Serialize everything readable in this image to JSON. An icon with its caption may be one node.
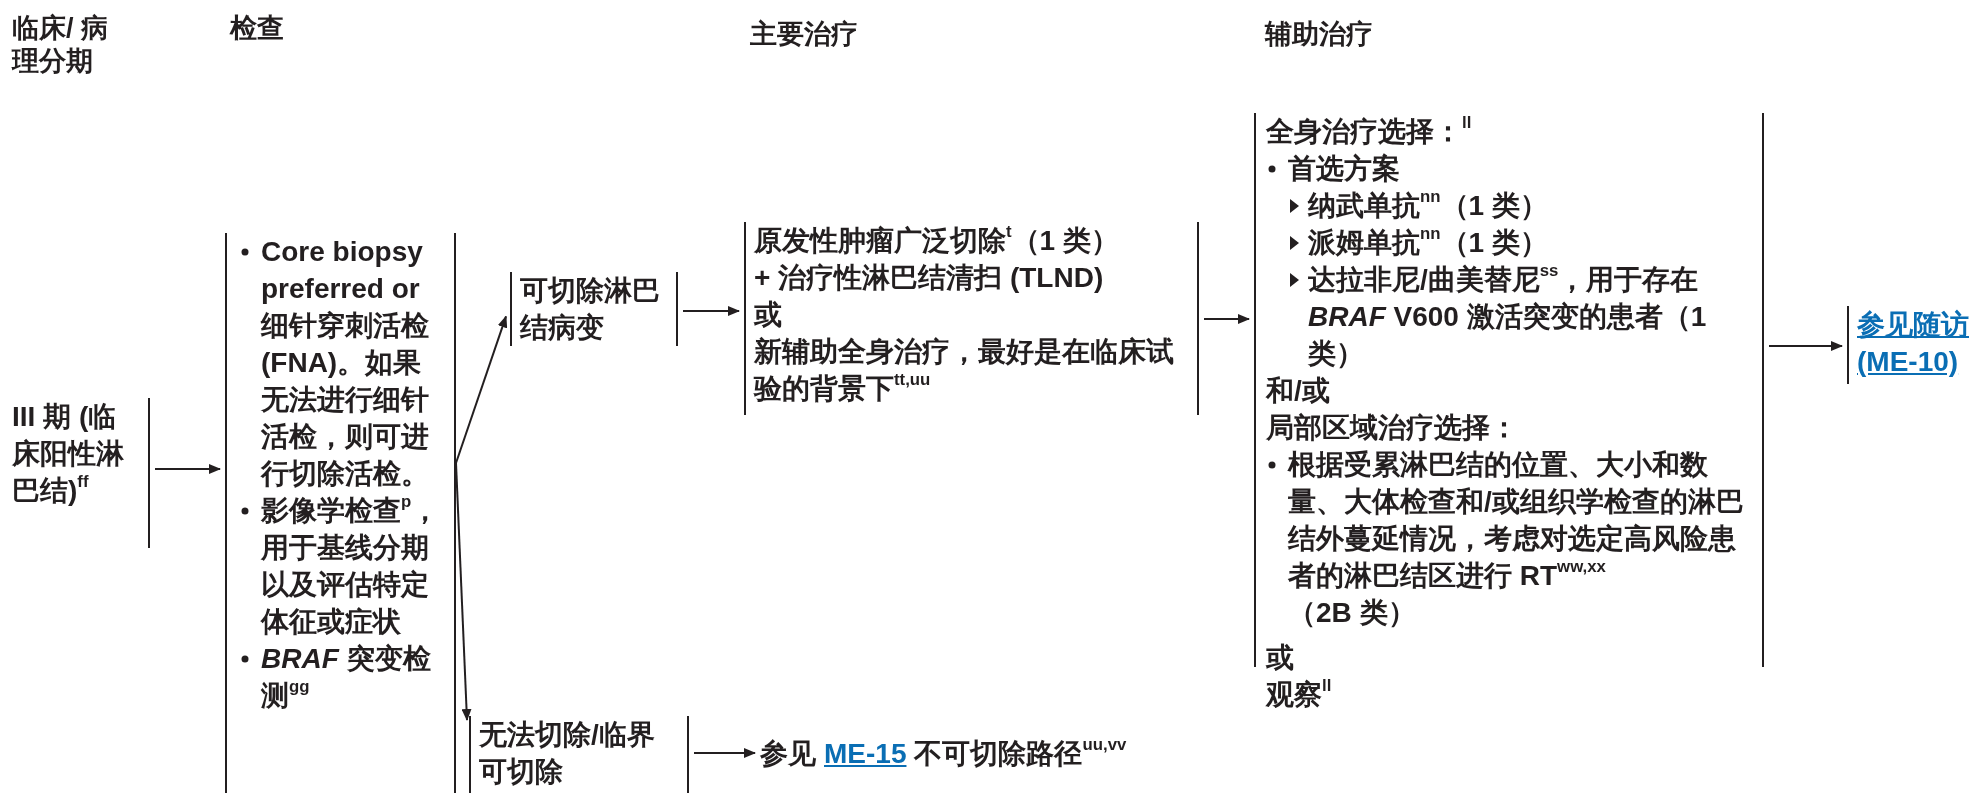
{
  "diagram": {
    "nodes": [
      {
        "text": [
          "III 期 (临床阳性淋巴结)$^{ff}$"
        ]
      },
      {
        "text": [
          "Core biopsy preferred or 细针穿刺活检 (FNA)。如果无法进行细针活检，则可进行切除活检。",
          "影像学检查$^{p}$，用于基线分期以及评估特定体征或症状",
          "*BRAF* 突变检测$^{gg}$"
        ]
      },
      {
        "text": [
          "可切除淋巴结病变"
        ]
      },
      {
        "text": [
          "原发性肿瘤广泛切除$^{t}$（1 类）",
          "+ 治疗性淋巴结清扫 (TLND)",
          "或",
          "新辅助全身治疗，最好是在临床试验的背景下$^{tt,uu}$"
        ]
      },
      {
        "text": [
          "全身治疗选择：$^{ll}$",
          "首选方案",
          "纳武单抗$^{nn}$（1 类）",
          "派姆单抗$^{nn}$（1 类）",
          "达拉非尼/曲美替尼$^{ss}$，用于存在 *BRAF* V600 激活突变的患者（1 类）",
          "和/或",
          "局部区域治疗选择：",
          "根据受累淋巴结的位置、大小和数量、大体检查和/或组织学检查的淋巴结外蔓延情况，考虑对选定高风险患者的淋巴结区进行 RT$^{ww,xx}$",
          "（2B 类）",
          "或",
          "观察$^{ll}$"
        ]
      },
      {
        "text": [
          "参见随访 (ME-10)"
        ]
      },
      {
        "text": [
          "无法切除/临界可切除"
        ]
      },
      {
        "text": [
          "参见",
          "ME-15",
          "不可切除路径$^{uu,vv}$"
        ]
      }
    ],
    "edges": [
      {
        "from": 0,
        "to": 1,
        "arrow": "to"
      },
      {
        "from": 1,
        "to": 2,
        "arrow": "to"
      },
      {
        "from": 1,
        "to": 6,
        "arrow": "to"
      },
      {
        "from": 2,
        "to": 3,
        "arrow": "to"
      },
      {
        "from": 3,
        "to": 4,
        "arrow": "to"
      },
      {
        "from": 4,
        "to": 5,
        "arrow": "to"
      },
      {
        "from": 6,
        "to": 7,
        "arrow": "to"
      }
    ],
    "labels": [
      "临床/ 病理分期",
      "检查",
      "主要治疗",
      "辅助治疗"
    ]
  }
}
